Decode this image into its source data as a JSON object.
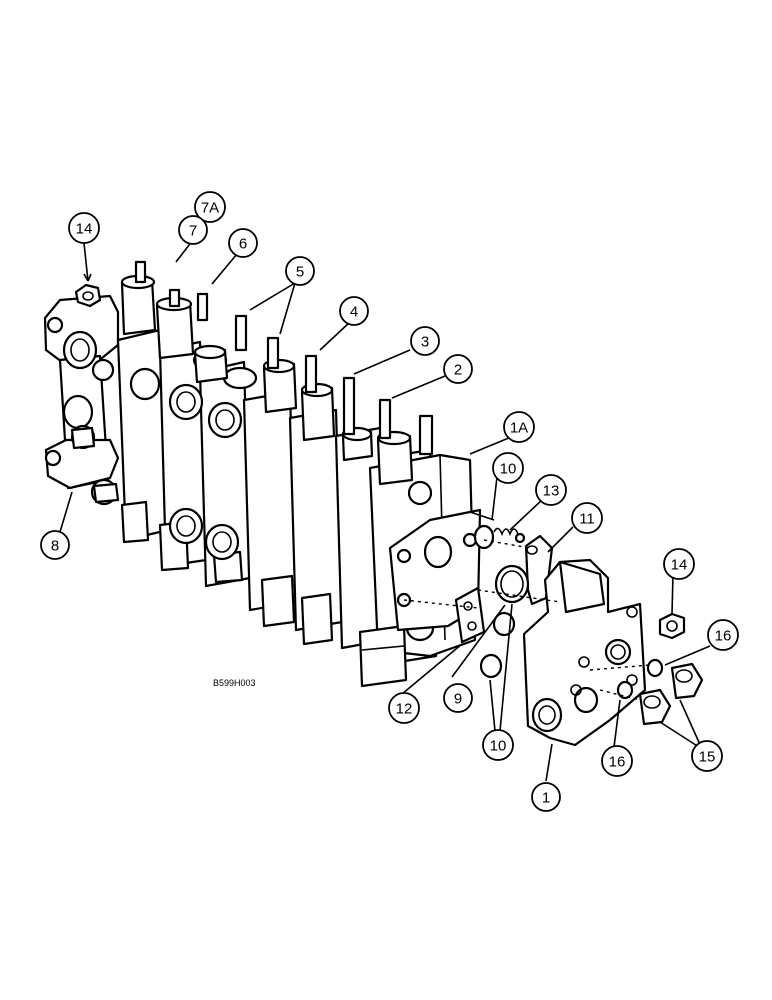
{
  "drawing_code": "B599H003",
  "callouts": [
    {
      "id": "c14a",
      "label": "14"
    },
    {
      "id": "c7a",
      "label": "7A"
    },
    {
      "id": "c7",
      "label": "7"
    },
    {
      "id": "c6",
      "label": "6"
    },
    {
      "id": "c5",
      "label": "5"
    },
    {
      "id": "c4",
      "label": "4"
    },
    {
      "id": "c3",
      "label": "3"
    },
    {
      "id": "c2",
      "label": "2"
    },
    {
      "id": "c1a",
      "label": "1A"
    },
    {
      "id": "c10a",
      "label": "10"
    },
    {
      "id": "c13",
      "label": "13"
    },
    {
      "id": "c11",
      "label": "11"
    },
    {
      "id": "c8",
      "label": "8"
    },
    {
      "id": "c14b",
      "label": "14"
    },
    {
      "id": "c16a",
      "label": "16"
    },
    {
      "id": "c12",
      "label": "12"
    },
    {
      "id": "c9",
      "label": "9"
    },
    {
      "id": "c10b",
      "label": "10"
    },
    {
      "id": "c16b",
      "label": "16"
    },
    {
      "id": "c15",
      "label": "15"
    },
    {
      "id": "c1",
      "label": "1"
    }
  ]
}
